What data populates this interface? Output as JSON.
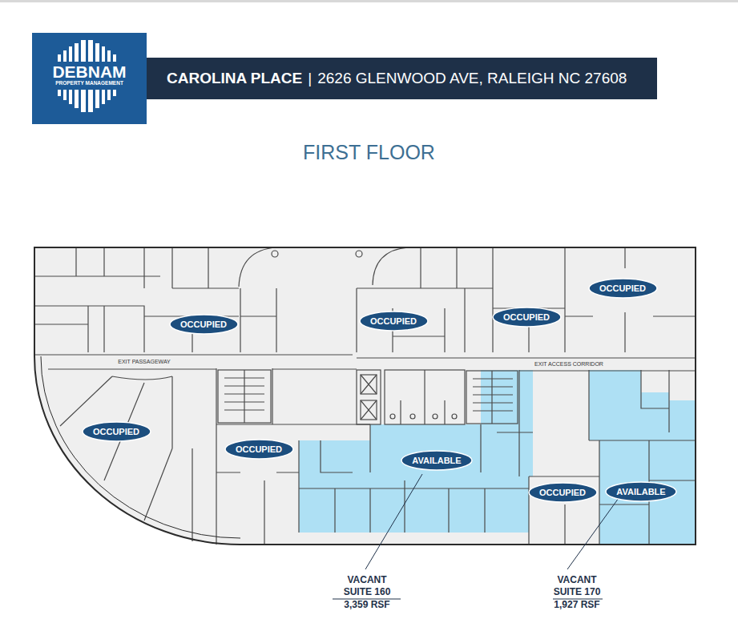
{
  "diagram": {
    "title": "FIRST FLOOR",
    "nodes": [
      {
        "text": [
          "DEBNAM",
          "PROPERTY MANAGEMENT"
        ]
      },
      {
        "text": [
          "CAROLINA PLACE",
          "|",
          "2626 GLENWOOD AVE, RALEIGH NC 27608"
        ]
      },
      {
        "text": [
          "OCCUPIED"
        ]
      },
      {
        "text": [
          "OCCUPIED"
        ]
      },
      {
        "text": [
          "OCCUPIED"
        ]
      },
      {
        "text": [
          "OCCUPIED"
        ]
      },
      {
        "text": [
          "OCCUPIED"
        ]
      },
      {
        "text": [
          "OCCUPIED"
        ]
      },
      {
        "text": [
          "AVAILABLE"
        ]
      },
      {
        "text": [
          "OCCUPIED"
        ]
      },
      {
        "text": [
          "AVAILABLE"
        ]
      }
    ],
    "labels": [
      "EXIT PASSAGEWAY",
      "EXIT ACCESS CORRIDOR",
      "VACANT",
      "SUITE 160",
      "3,359 RSF",
      "VACANT",
      "SUITE 170",
      "1,927 RSF"
    ]
  }
}
